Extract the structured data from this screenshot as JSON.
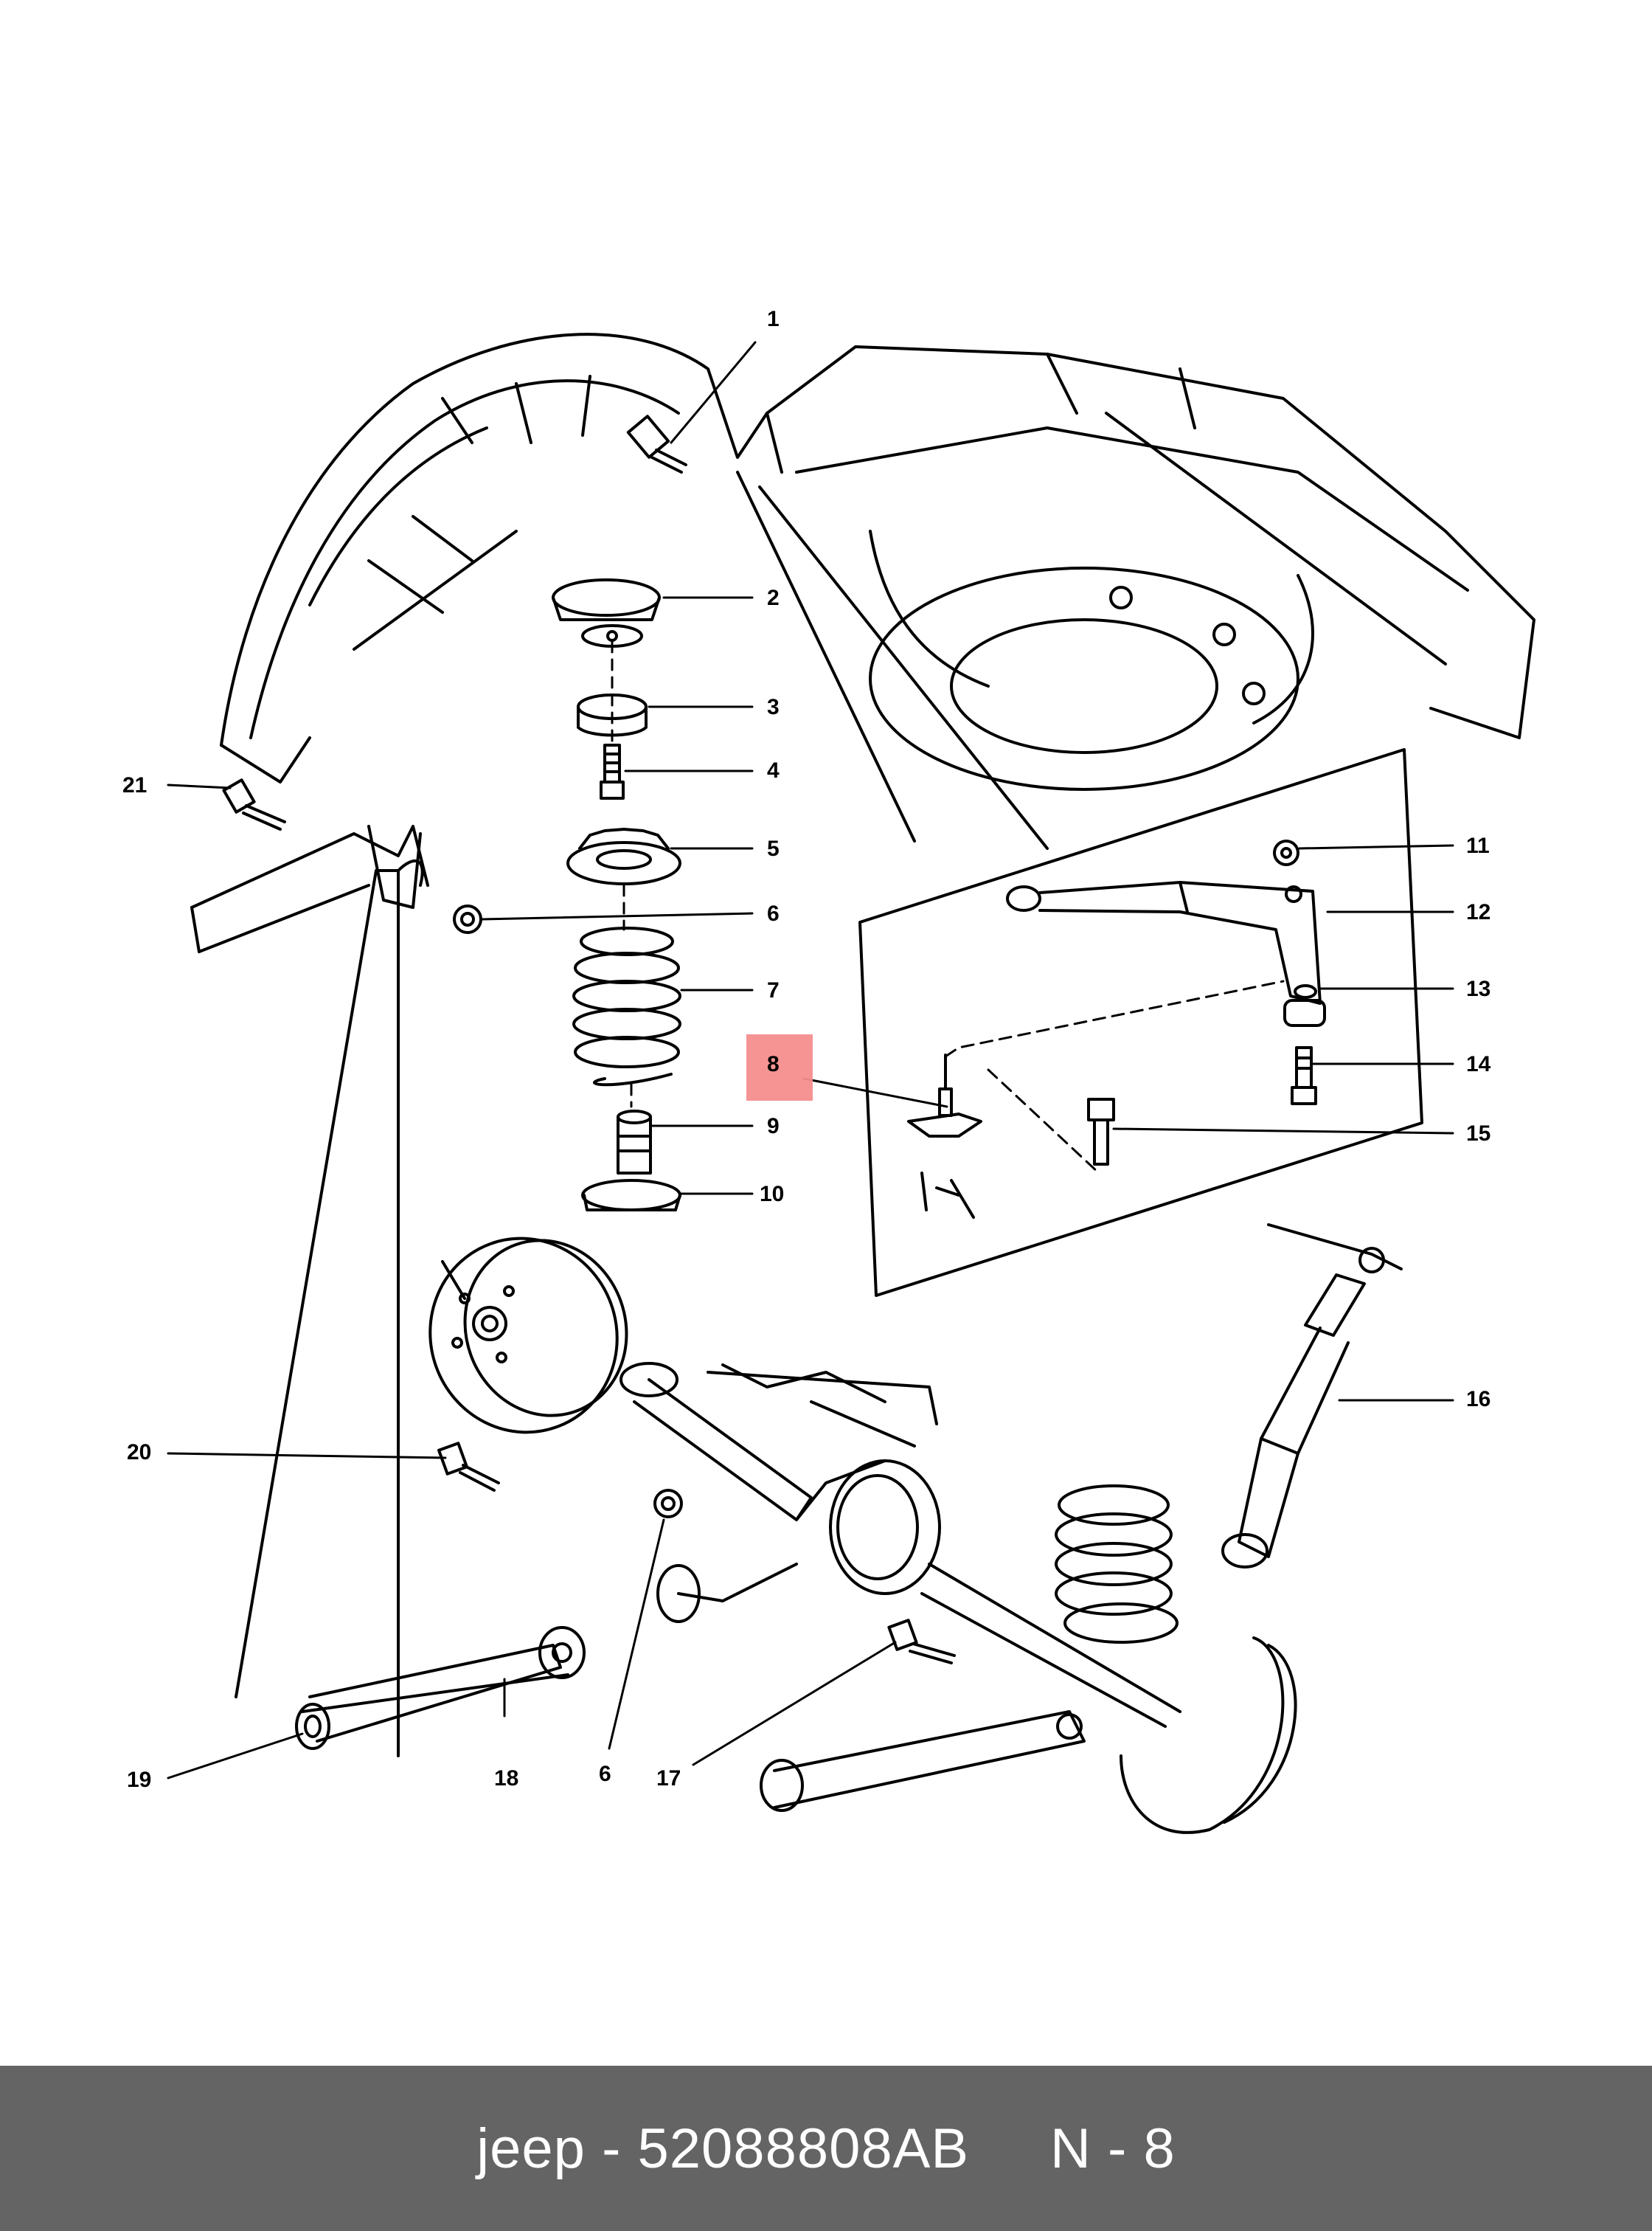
{
  "diagram": {
    "highlight_color": "#f58e8e",
    "highlighted_callout": "8",
    "callouts": [
      "1",
      "2",
      "3",
      "4",
      "5",
      "6",
      "7",
      "8",
      "9",
      "10",
      "11",
      "12",
      "13",
      "14",
      "15",
      "16",
      "6",
      "17",
      "18",
      "19",
      "20",
      "21"
    ]
  },
  "footer": {
    "brand": "jeep",
    "separator": "-",
    "part_number": "52088808AB",
    "diagram_ref": "N - 8",
    "background": "#646464"
  }
}
